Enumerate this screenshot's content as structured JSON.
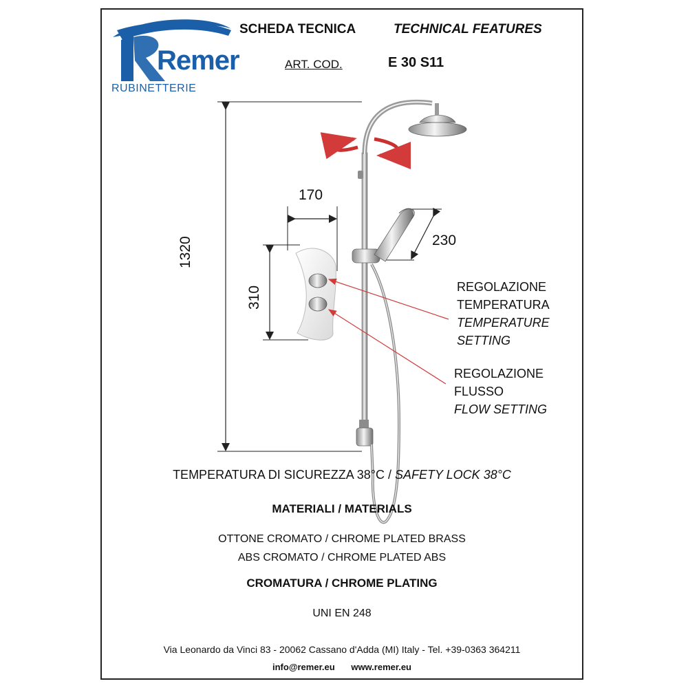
{
  "brand": {
    "name": "Remer",
    "sub": "RUBINETTERIE",
    "color": "#1a5fa8"
  },
  "header": {
    "scheda": "SCHEDA TECNICA",
    "technical": "TECHNICAL FEATURES",
    "art_label": "ART. COD.",
    "art_code": "E 30 S11"
  },
  "dimensions": {
    "total_height": "1320",
    "valve_width": "170",
    "valve_height": "310",
    "handshower": "230"
  },
  "callouts": {
    "temperature": {
      "line1": "REGOLAZIONE",
      "line2": "TEMPERATURA",
      "en1": "TEMPERATURE",
      "en2": "SETTING"
    },
    "flow": {
      "line1": "REGOLAZIONE",
      "line2": "FLUSSO",
      "en1": "FLOW SETTING"
    },
    "arrow_color": "#d33a3a"
  },
  "specs": {
    "safety_it": "TEMPERATURA DI SICUREZZA 38°C / ",
    "safety_en": "SAFETY LOCK 38°C",
    "materials_title": "MATERIALI / MATERIALS",
    "material1": "OTTONE CROMATO / CHROME PLATED BRASS",
    "material2": "ABS CROMATO / CHROME PLATED ABS",
    "plating_title": "CROMATURA / CHROME PLATING",
    "standard": "UNI EN 248"
  },
  "footer": {
    "address": "Via Leonardo da Vinci 83 - 20062 Cassano d'Adda (MI) Italy - Tel. +39-0363 364211",
    "email": "info@remer.eu",
    "website": "www.remer.eu"
  }
}
